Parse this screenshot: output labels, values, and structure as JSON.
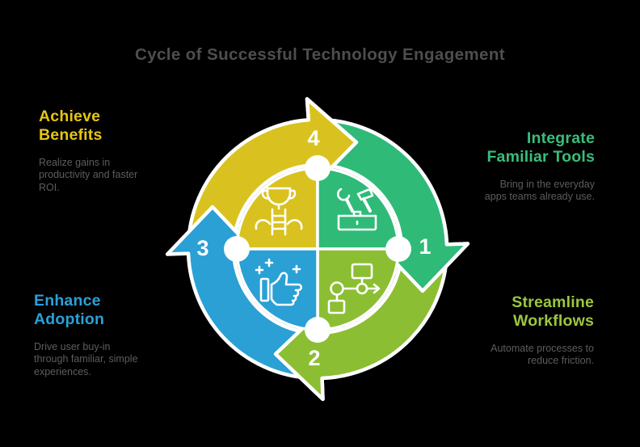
{
  "title": "Cycle of Successful Technology Engagement",
  "colors": {
    "yellow": "#d9c21f",
    "green": "#2fba78",
    "lime": "#8cbe33",
    "blue": "#2aa0d5",
    "heading_yellow": "#e6c513",
    "heading_green": "#3bbd7b",
    "heading_lime": "#9cc73e",
    "heading_blue": "#2aa0d8",
    "body_gray": "#5d5d5d",
    "title_gray": "#4e4e4e",
    "background": "#000000",
    "icon_white": "#ffffff"
  },
  "steps": [
    {
      "number": "1",
      "heading": "Integrate\nFamiliar Tools",
      "body": "Bring in the everyday\napps teams already use.",
      "icon": "toolbox-icon",
      "color": "#2fba78"
    },
    {
      "number": "2",
      "heading": "Streamline\nWorkflows",
      "body": "Automate processes to\nreduce friction.",
      "icon": "flowchart-icon",
      "color": "#8cbe33"
    },
    {
      "number": "3",
      "heading": "Enhance\nAdoption",
      "body": "Drive user buy-in\nthrough familiar, simple\nexperiences.",
      "icon": "thumbs-up-icon",
      "color": "#2aa0d5"
    },
    {
      "number": "4",
      "heading": "Achieve\nBenefits",
      "body": "Realize gains in\nproductivity and faster\nROI.",
      "icon": "trophy-ladder-icon",
      "color": "#d9c21f"
    }
  ]
}
